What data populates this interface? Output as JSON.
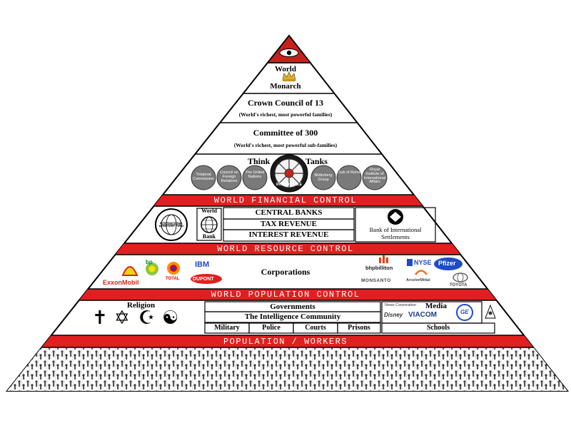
{
  "apex": {
    "label_line1": "World",
    "label_line2": "Monarch"
  },
  "crown_council": {
    "title": "Crown Council of 13",
    "subtitle": "(World's richest, most powerful families)"
  },
  "committee": {
    "title": "Committee of 300",
    "subtitle": "(World's richest, most powerful sub-families)"
  },
  "think_tanks": {
    "label_left": "Think",
    "label_right": "Tanks",
    "center_seal": "ROUND TABLE",
    "circles": [
      "Trilateral Commission",
      "Council on Foreign Relations",
      "The United Nations",
      "Bilderberg Group",
      "Club of Rome",
      "Royal Institute of International Affairs"
    ]
  },
  "bands": {
    "financial": "WORLD FINANCIAL CONTROL",
    "resource": "WORLD RESOURCE CONTROL",
    "population": "WORLD POPULATION CONTROL",
    "workers": "POPULATION / WORKERS"
  },
  "financial": {
    "imf_seal_text": "INTERNATIONAL MONETARY FUND",
    "world_bank_line1": "World",
    "world_bank_line2": "Bank",
    "rows": [
      "CENTRAL BANKS",
      "TAX REVENUE",
      "INTEREST REVENUE"
    ],
    "bis_line1": "Bank of International",
    "bis_line2": "Settlements"
  },
  "corporations": {
    "title": "Corporations",
    "left_logos": [
      "ExxonMobil",
      "bp",
      "TOTAL",
      "IBM",
      "DUPONT"
    ],
    "right_logos": [
      "bhpbilliton",
      "NYSE",
      "Pfizer",
      "MONSANTO",
      "ArcelorMittal",
      "TOYOTA"
    ]
  },
  "population_control": {
    "religion_label": "Religion",
    "religion_symbols": [
      "✝",
      "✡",
      "☪",
      "☯"
    ],
    "governments": "Governments",
    "intelligence": "The Intelligence Community",
    "sub_cells": [
      "Military",
      "Police",
      "Courts",
      "Prisons"
    ],
    "media_label": "Media",
    "media_logos": [
      "News Corporation",
      "Disney",
      "VIACOM",
      "GE"
    ],
    "schools_label": "Schools"
  },
  "colors": {
    "band_red": "#e02020",
    "outline": "#000000",
    "eye_red": "#c8201a",
    "background": "#ffffff"
  }
}
